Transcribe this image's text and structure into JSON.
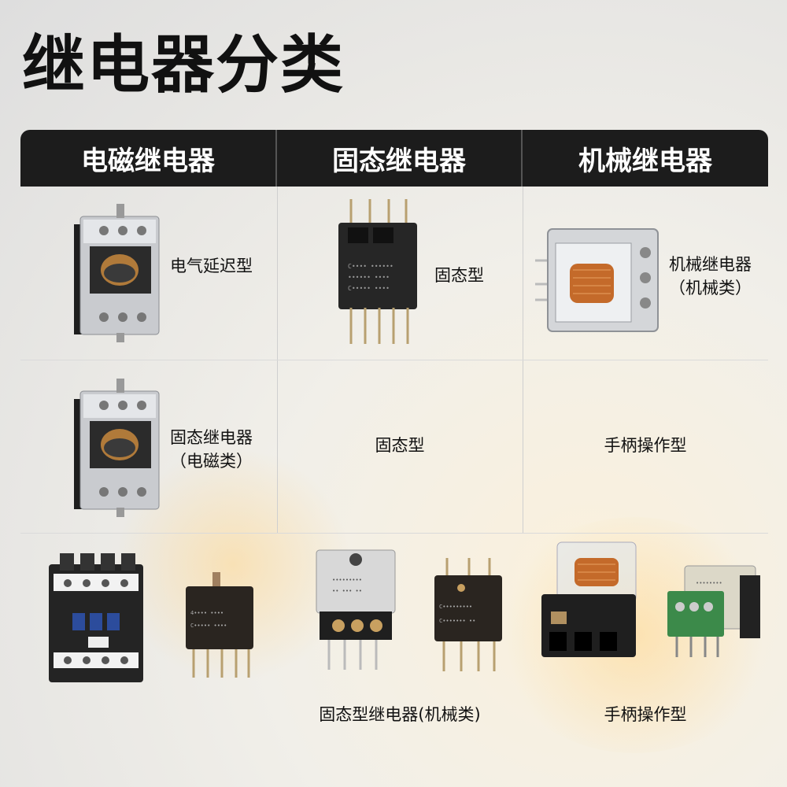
{
  "title": "继电器分类",
  "columns": [
    "电磁继电器",
    "固态继电器",
    "机械继电器"
  ],
  "rows": [
    {
      "cells": [
        {
          "label": "电气延迟型"
        },
        {
          "label": "固态型"
        },
        {
          "label_line1": "机械继电器",
          "label_line2": "（机械类）"
        }
      ]
    },
    {
      "cells": [
        {
          "label_line1": "固态继电器",
          "label_line2": "（电磁类）"
        },
        {
          "label": "固态型"
        },
        {
          "label": "手柄操作型"
        }
      ]
    },
    {
      "cells": [
        {
          "label": ""
        },
        {
          "label": "固态型继电器(机械类)"
        },
        {
          "label": "手柄操作型"
        }
      ]
    }
  ],
  "icons": [
    "time-delay-relay-icon",
    "solid-state-relay-icon",
    "open-frame-relay-icon",
    "contactor-icon",
    "pcb-relay-icon",
    "terminal-relay-icon",
    "clear-cover-relay-icon",
    "din-rail-relay-icon"
  ],
  "colors": {
    "header_bg": "#1c1c1c",
    "header_text": "#ffffff",
    "copper": "#c46a2a",
    "terminal_green": "#3c8a4a"
  }
}
